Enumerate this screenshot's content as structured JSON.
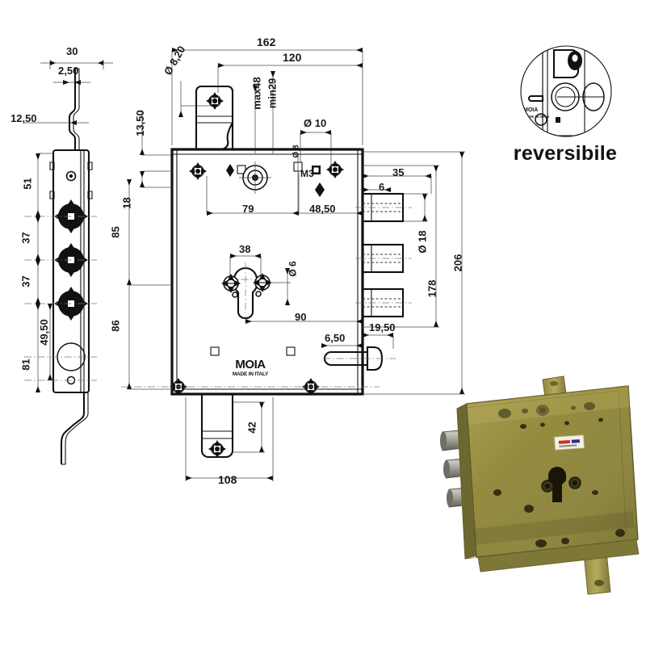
{
  "meta": {
    "subject": "MOIA armoured-door triple deadbolt lock — technical dimension drawing",
    "brand": "MOIA",
    "brand_sub": "MADE IN ITALY",
    "bg_color": "#ffffff",
    "line_color": "#111111",
    "dim_color": "#4a4a4a",
    "photo_body_color": "#9a9043",
    "photo_bolt_color": "#8b8b83"
  },
  "faceplate_view": {
    "name": "faceplate-side-view",
    "dims": {
      "width_total": "30",
      "thickness": "2,50",
      "offset_top": "12,50",
      "seg_top": "51",
      "seg_mid_1": "37",
      "seg_mid_2": "37",
      "seg_bottom": "81",
      "hole_offset": "49,50"
    }
  },
  "main_view": {
    "name": "lock-body-front-view",
    "dims": {
      "overall_width": "162",
      "inner_width": "120",
      "top_hole_dia": "Ø 8,20",
      "top_tab_height_max": "max48",
      "top_tab_height_min": "min29",
      "hole_10": "Ø 10",
      "hole_8": "Ø 8",
      "thread_m3": "M3",
      "offset_13_50": "13,50",
      "offset_18": "18",
      "span_85": "85",
      "span_86": "86",
      "span_79": "79",
      "span_48_50": "48,50",
      "cylinder_span_38": "38",
      "cylinder_hole_dia": "Ø 6",
      "cylinder_from_left_90": "90",
      "bolt_throw_35": "35",
      "bolt_step_6": "6",
      "bolt_dia": "Ø 18",
      "height_178": "178",
      "height_206": "206",
      "latch_6_50": "6,50",
      "latch_19_50": "19,50",
      "bottom_tab_42": "42",
      "bottom_width_108": "108"
    }
  },
  "reversible_detail": {
    "name": "reversible-detail-callout",
    "label": "reversibile",
    "inset_brand": "MOIA",
    "inset_brand_sub": "MADE IN ITALY"
  },
  "photo": {
    "name": "lock-product-photo",
    "alt": "Photograph of the zinc-plated triple deadbolt lock body with three round bolts"
  }
}
